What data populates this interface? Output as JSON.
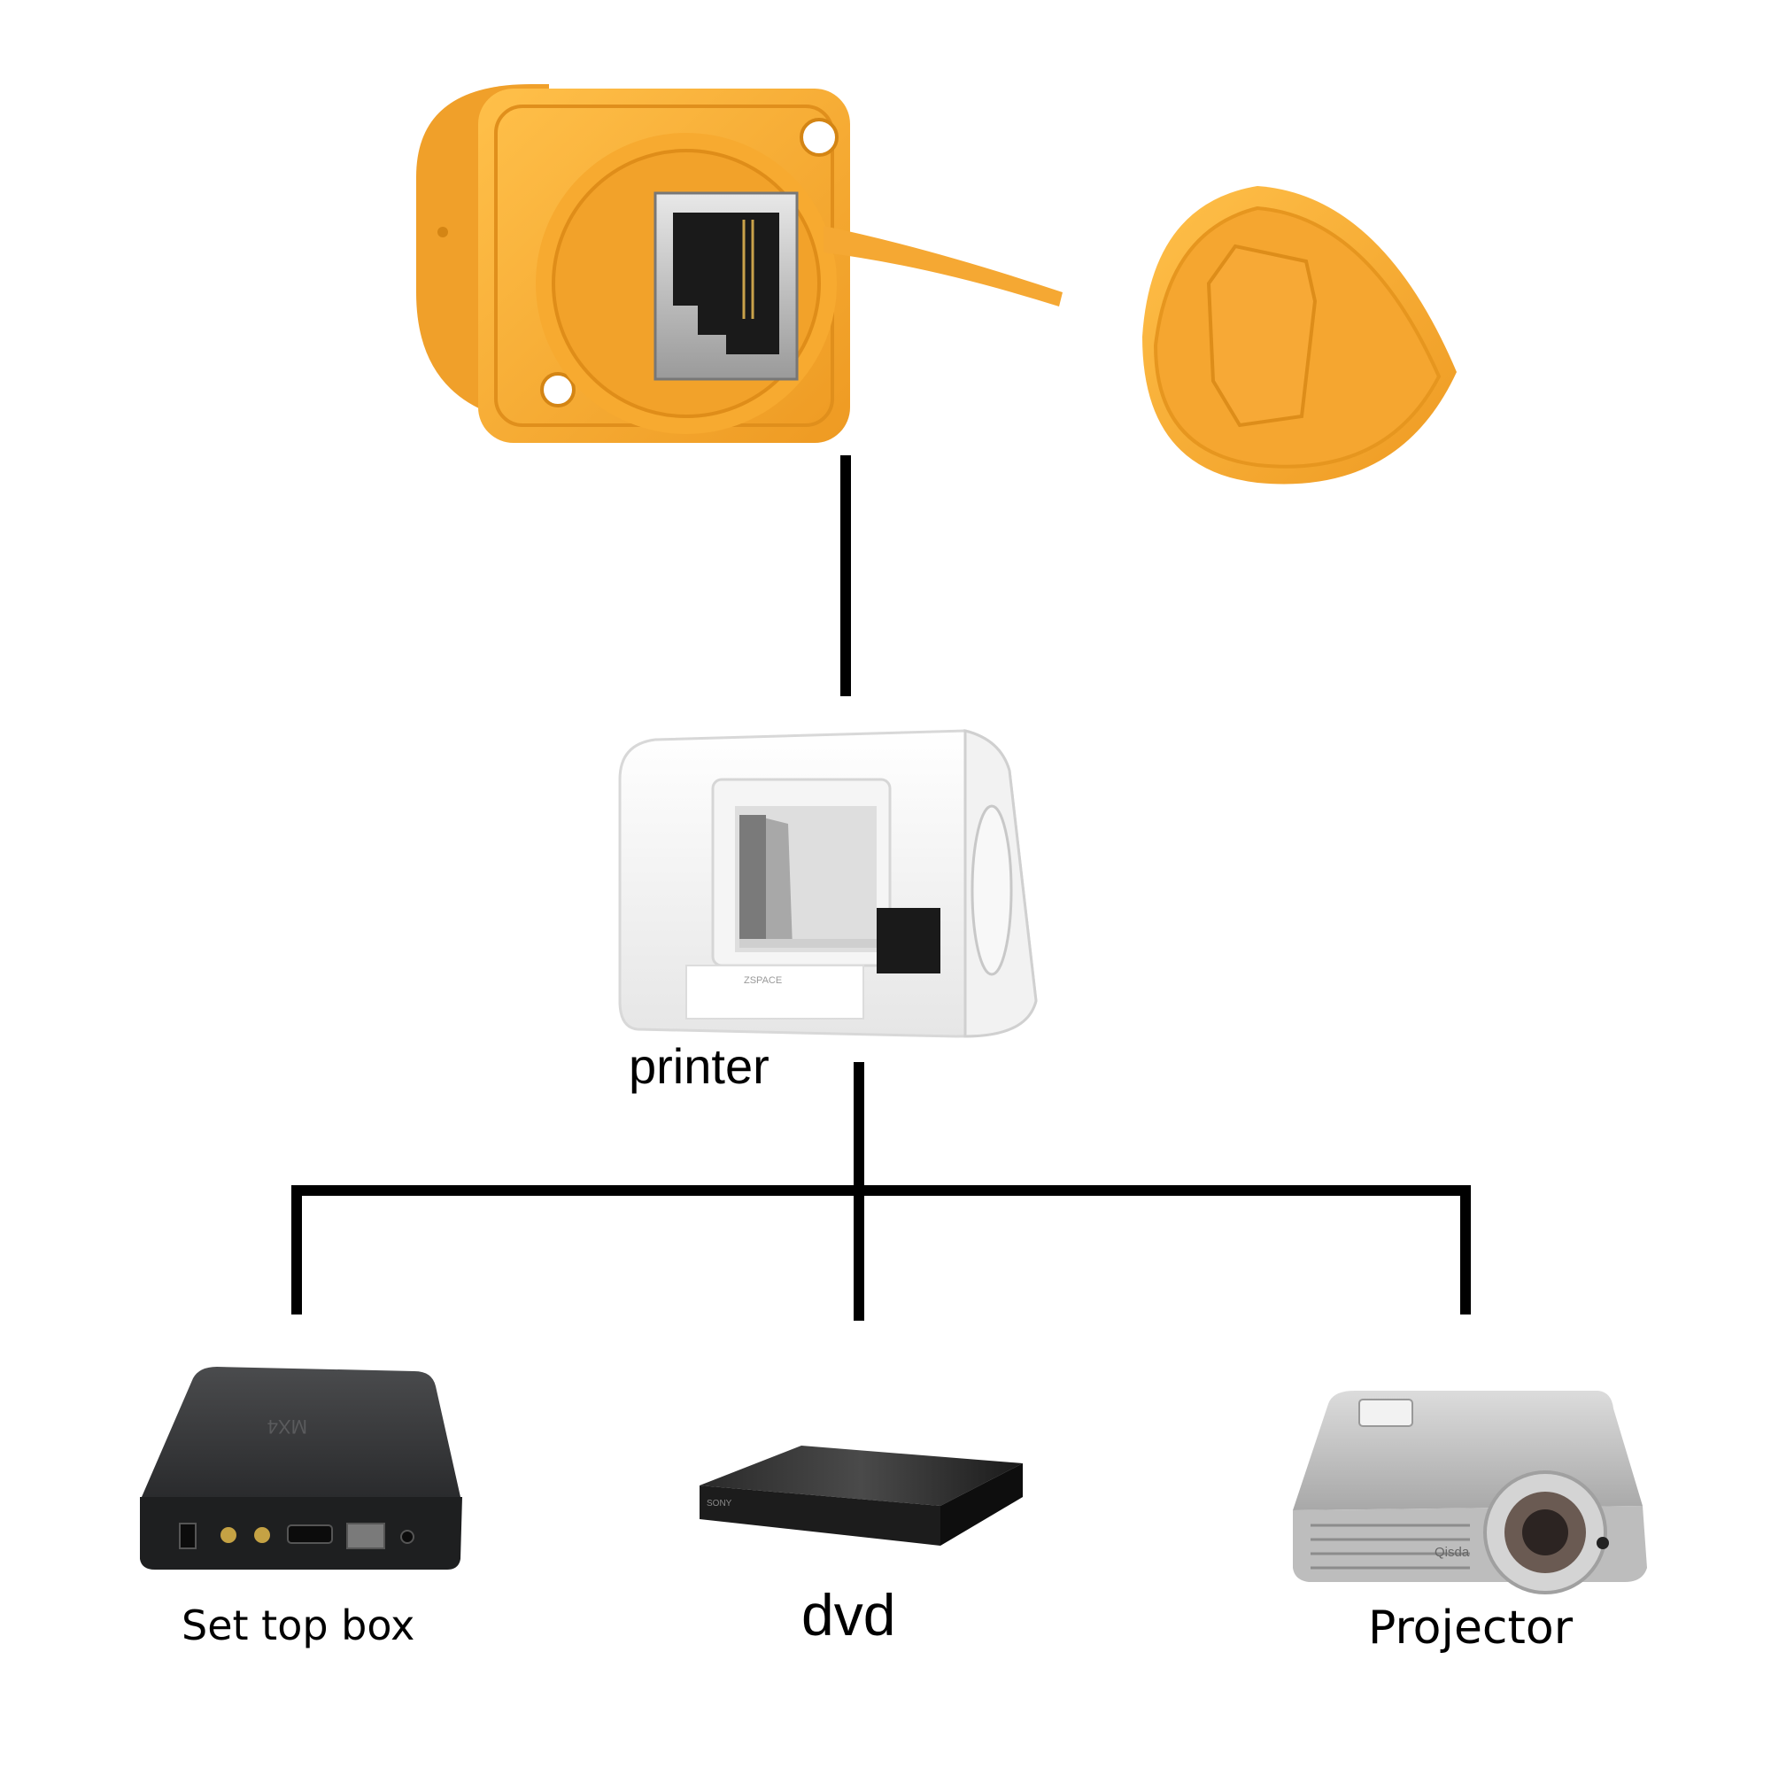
{
  "nodes": {
    "printer": {
      "label": "printer"
    },
    "set_top_box": {
      "label": "Set top box",
      "brand_text": "MX4"
    },
    "dvd": {
      "label": "dvd",
      "brand_text": "SONY"
    },
    "projector": {
      "label": "Projector",
      "brand_text": "Qisda"
    },
    "printer_brand_text": "ZSPACE"
  },
  "colors": {
    "connector_orange": "#f5a833",
    "connector_orange_dark": "#e38f1a",
    "line": "#000000"
  },
  "icons": [
    "rj45-keystone-connector-icon",
    "3d-printer-icon",
    "set-top-box-icon",
    "dvd-player-icon",
    "projector-icon"
  ]
}
